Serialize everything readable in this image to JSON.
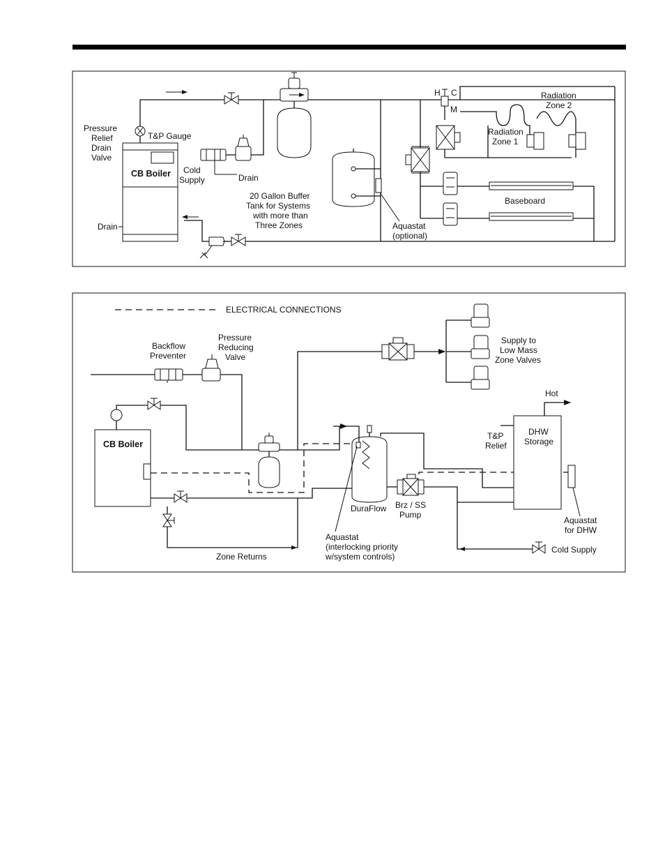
{
  "diagram1": {
    "labels": {
      "pressure_relief": [
        "Pressure",
        "Relief",
        "Drain",
        "Valve"
      ],
      "tp_gauge": "T&P Gauge",
      "cb_boiler": "CB Boiler",
      "cold_supply": [
        "Cold",
        "Supply"
      ],
      "drain_valve": "Drain",
      "drain_boiler": "Drain",
      "buffer_tank": [
        "20 Gallon Buffer",
        "Tank for Systems",
        "with more than",
        "Three Zones"
      ],
      "aquastat": [
        "Aquastat",
        "(optional)"
      ],
      "h": "H",
      "c": "C",
      "m": "M",
      "radiation_zone_2": [
        "Radiation",
        "Zone 2"
      ],
      "radiation_zone_1": [
        "Radiation",
        "Zone 1"
      ],
      "baseboard": "Baseboard"
    }
  },
  "diagram2": {
    "labels": {
      "electrical_connections": "ELECTRICAL CONNECTIONS",
      "backflow_preventer": [
        "Backflow",
        "Preventer"
      ],
      "pressure_reducing_valve": [
        "Pressure",
        "Reducing",
        "Valve"
      ],
      "supply_zone_valves": [
        "Supply to",
        "Low Mass",
        "Zone Valves"
      ],
      "hot": "Hot",
      "cb_boiler": "CB Boiler",
      "tp_relief": [
        "T&P",
        "Relief"
      ],
      "dhw_storage": [
        "DHW",
        "Storage"
      ],
      "duraflow": "DuraFlow",
      "pump": [
        "Brz / SS",
        "Pump"
      ],
      "aquastat_dhw": [
        "Aquastat",
        "for DHW"
      ],
      "aquastat_priority": [
        "Aquastat",
        "(interlocking priority",
        "w/system controls)"
      ],
      "zone_returns": "Zone Returns",
      "cold_supply": "Cold Supply"
    }
  }
}
